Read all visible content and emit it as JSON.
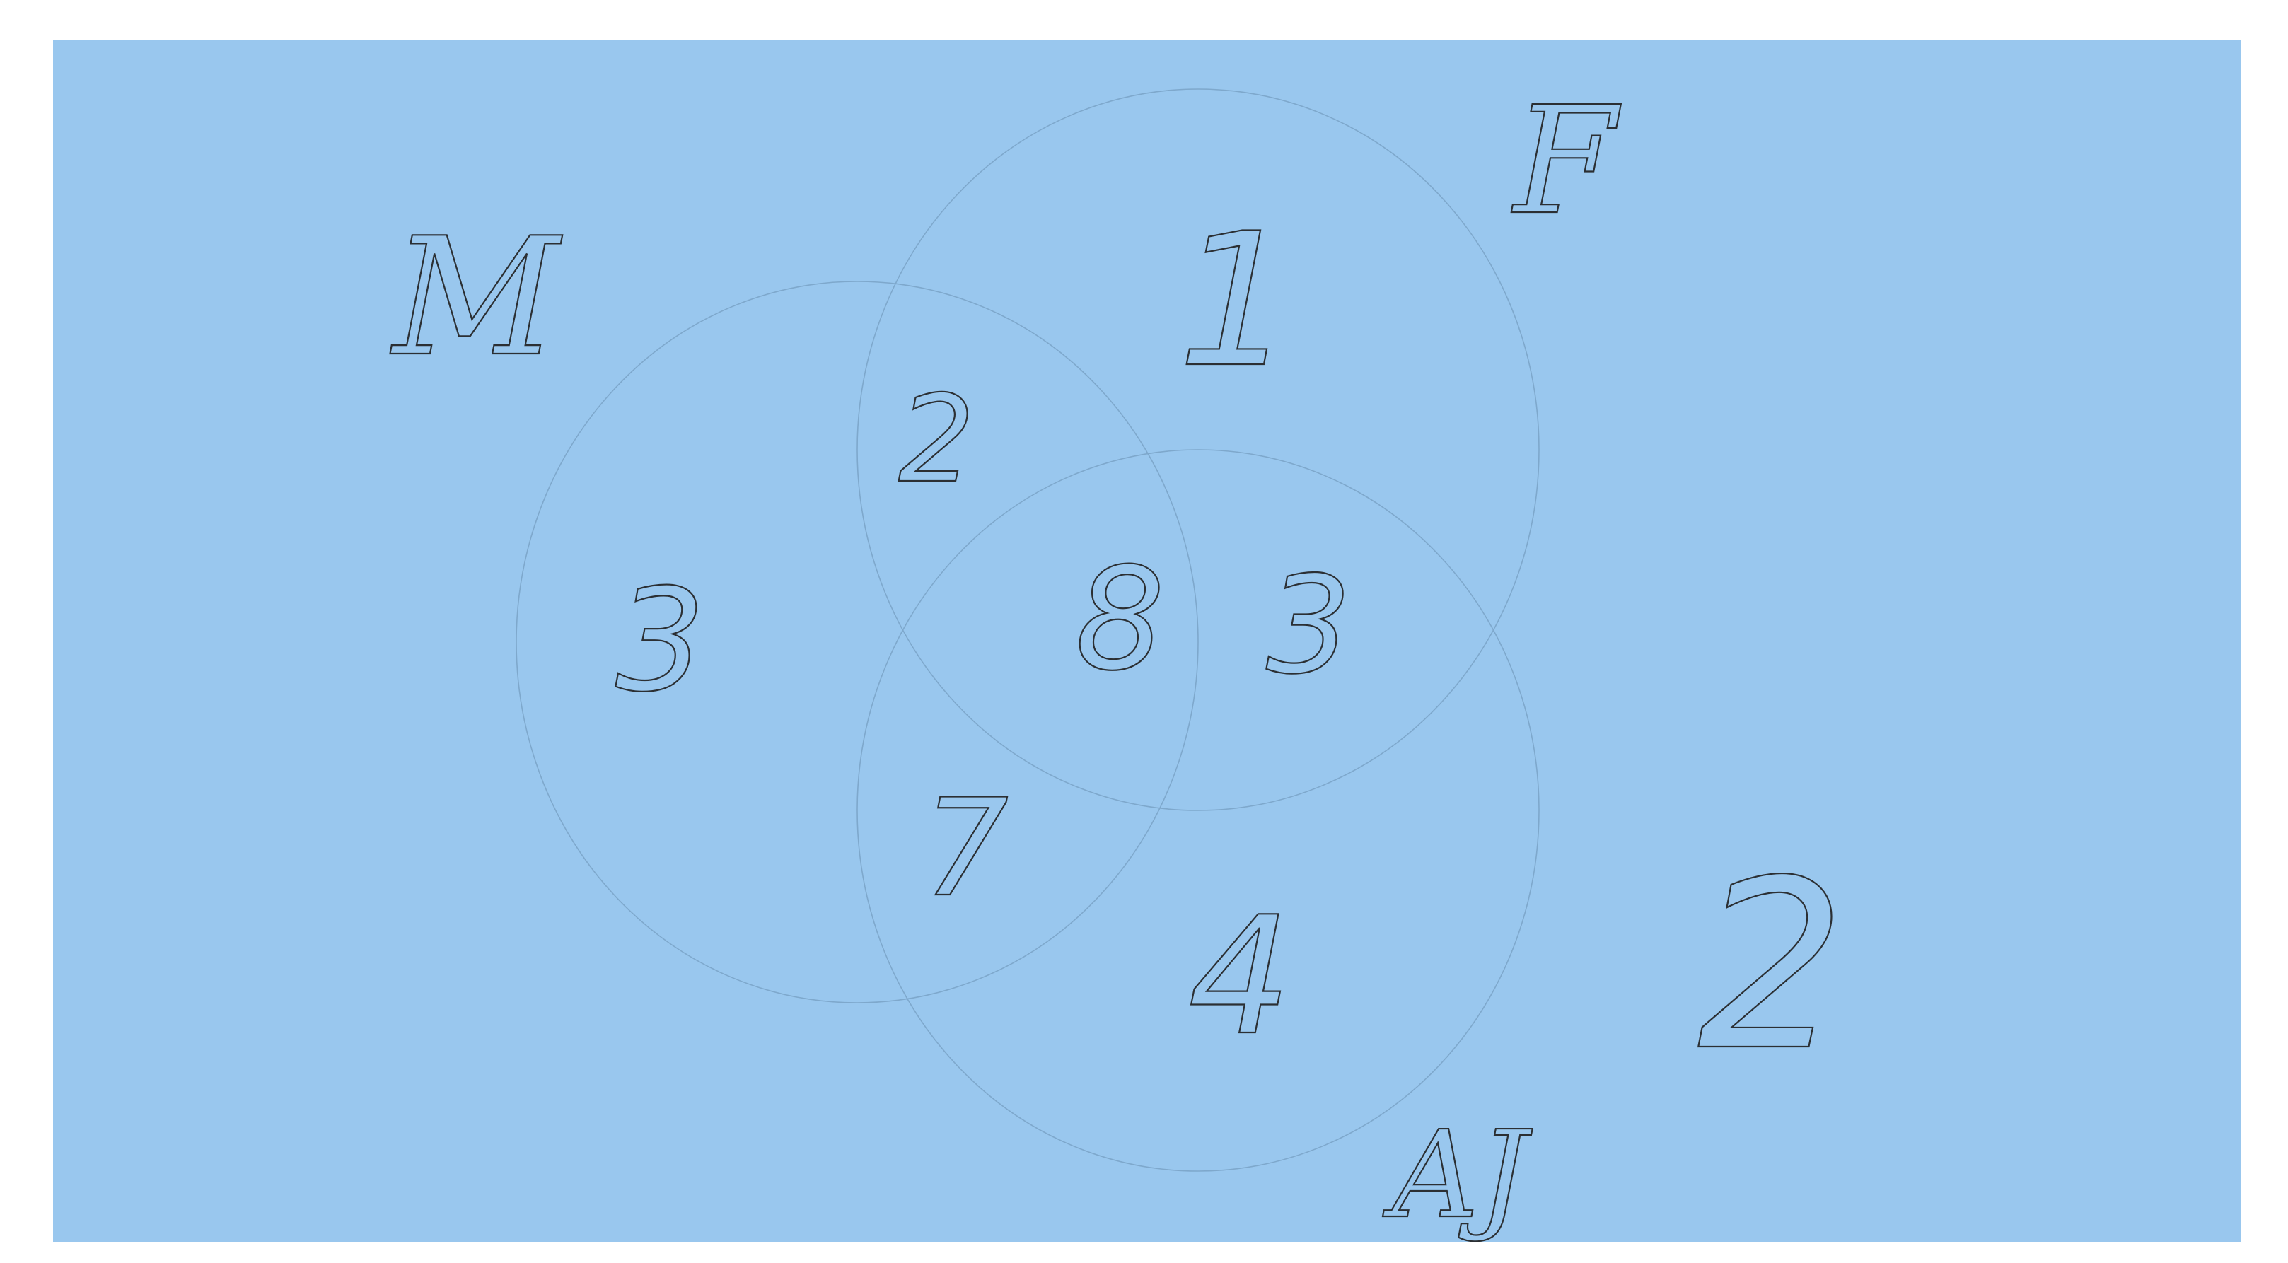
{
  "diagram": {
    "type": "venn-3",
    "background_color": "#99c7ee",
    "circle_stroke_color": "#7ea8cc",
    "ink_color": "#2b2f33",
    "set_labels": {
      "m": "M",
      "f": "F",
      "aj": "AJ"
    },
    "regions": {
      "m_only": "3",
      "f_only": "1",
      "aj_only": "4",
      "m_f": "2",
      "f_aj": "3",
      "m_aj": "7",
      "m_f_aj": "8",
      "outside": "2"
    }
  }
}
